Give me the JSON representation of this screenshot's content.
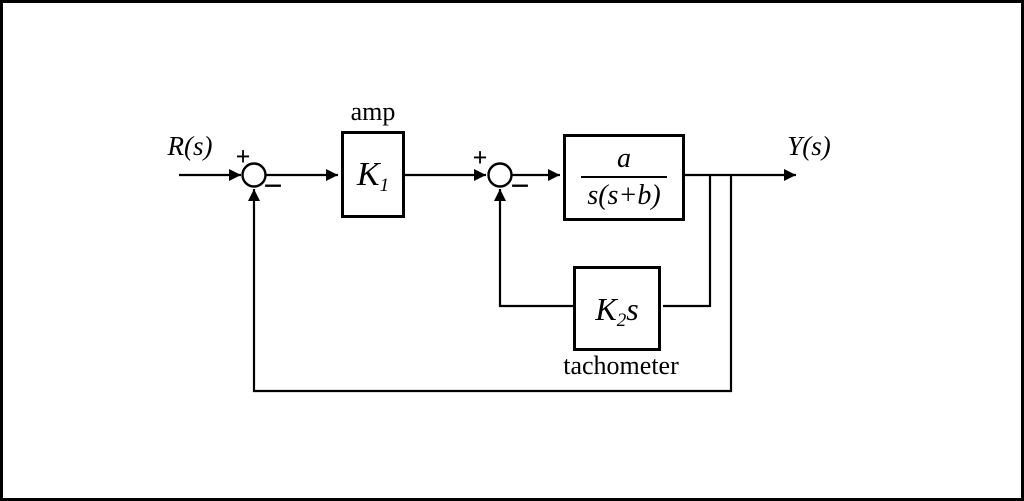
{
  "diagram": {
    "type": "control-system-block-diagram",
    "labels": {
      "input": "R(s)",
      "output": "Y(s)",
      "amp_caption": "amp",
      "tach_caption": "tachometer"
    },
    "sum1": {
      "plus": "+",
      "minus": "−"
    },
    "sum2": {
      "plus": "+",
      "minus": "−"
    },
    "blocks": {
      "amp": {
        "gain_base": "K",
        "gain_sub": "1"
      },
      "plant": {
        "numerator": "a",
        "denominator": "s(s+b)"
      },
      "tach": {
        "gain_base": "K",
        "gain_sub": "2",
        "gain_var": "s"
      }
    },
    "colors": {
      "line": "#000000",
      "background": "#ffffff"
    }
  }
}
